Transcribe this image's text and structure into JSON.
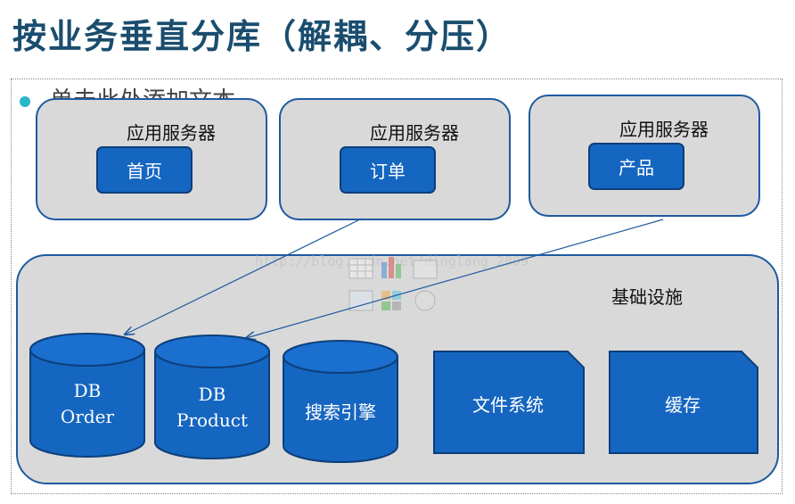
{
  "title": "按业务垂直分库（解耦、分压）",
  "bullet_text": "单击此处添加文本",
  "app_servers": [
    {
      "label": "应用服务器",
      "module": "首页"
    },
    {
      "label": "应用服务器",
      "module": "订单"
    },
    {
      "label": "应用服务器",
      "module": "产品"
    }
  ],
  "infra": {
    "label": "基础设施",
    "databases": [
      {
        "line1": "DB",
        "line2": "Order"
      },
      {
        "line1": "DB",
        "line2": "Product"
      },
      {
        "line1": "搜索引擎",
        "line2": ""
      }
    ],
    "services": [
      "文件系统",
      "缓存"
    ]
  },
  "watermark": "http://blog.csdn.net/dinglang_2009",
  "colors": {
    "title": "#1a4d6e",
    "box_fill": "#1566c0",
    "panel_fill": "#d9d9d9",
    "panel_border": "#1f5aa0",
    "bullet": "#29b6c9"
  }
}
